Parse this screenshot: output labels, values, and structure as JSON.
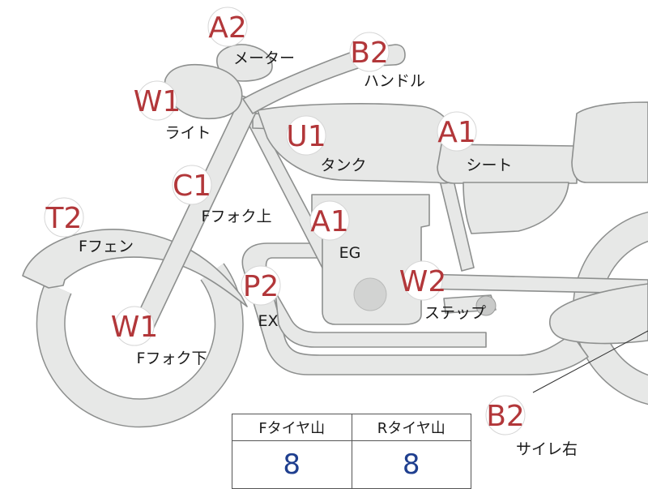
{
  "inspection_points": [
    {
      "id": "meter",
      "grade": "A2",
      "label": "メーター"
    },
    {
      "id": "handle",
      "grade": "B2",
      "label": "ハンドル"
    },
    {
      "id": "light",
      "grade": "W1",
      "label": "ライト"
    },
    {
      "id": "tank",
      "grade": "U1",
      "label": "タンク"
    },
    {
      "id": "seat",
      "grade": "A1",
      "label": "シート"
    },
    {
      "id": "fork-upper",
      "grade": "C1",
      "label": "Fフォク上"
    },
    {
      "id": "engine",
      "grade": "A1",
      "label": "EG"
    },
    {
      "id": "f-fender",
      "grade": "T2",
      "label": "Fフェン"
    },
    {
      "id": "exhaust",
      "grade": "P2",
      "label": "EX"
    },
    {
      "id": "step",
      "grade": "W2",
      "label": "ステップ"
    },
    {
      "id": "fork-lower",
      "grade": "W1",
      "label": "Fフォク下"
    },
    {
      "id": "silencer-r",
      "grade": "B2",
      "label": "サイレ右"
    }
  ],
  "tire_tread": {
    "headers": [
      "Fタイヤ山",
      "Rタイヤ山"
    ],
    "values": [
      "8",
      "8"
    ]
  },
  "colors": {
    "grade_text": "#b2373a",
    "tread_value": "#1f3f8f",
    "part_fill": "#e7e8e7",
    "part_outline": "#8d8f8e"
  }
}
